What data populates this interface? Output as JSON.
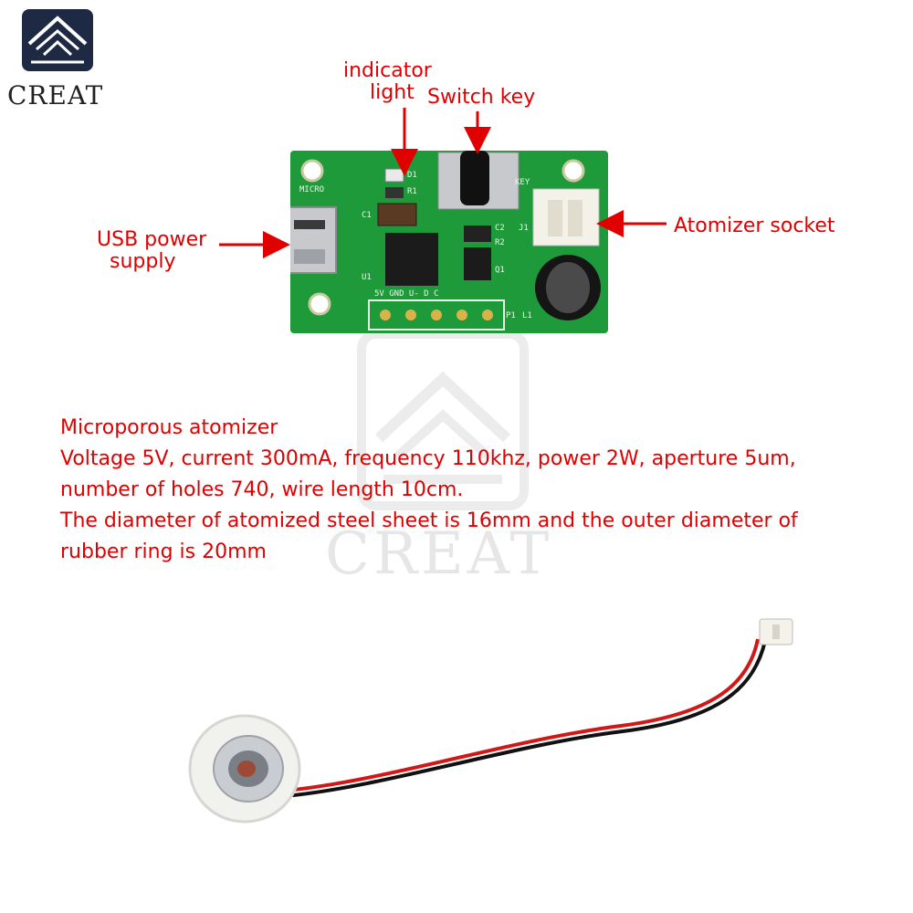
{
  "logo": {
    "text": "CREAT"
  },
  "watermark": {
    "text": "CREAT"
  },
  "callouts": {
    "indicator_line1": "indicator",
    "indicator_line2": "light",
    "switch_key": "Switch key",
    "usb_line1": "USB power",
    "usb_line2": "supply",
    "atomizer_socket": "Atomizer socket"
  },
  "pcb_silkscreen": {
    "micro": "MICRO",
    "key": "KEY",
    "pins": "5V GND U- D C",
    "d1": "D1",
    "r1": "R1",
    "c1": "C1",
    "c2": "C2",
    "r2": "R2",
    "j1": "J1",
    "q1": "Q1",
    "u1": "U1",
    "p1": "P1",
    "l1": "L1"
  },
  "description": {
    "line1": "Microporous atomizer",
    "line2": "Voltage 5V, current 300mA, frequency 110khz, power 2W, aperture 5um,",
    "line3": "number of holes 740, wire length 10cm.",
    "line4": "The diameter of atomized steel sheet is 16mm and the outer diameter of",
    "line5": "rubber ring is 20mm"
  },
  "colors": {
    "text_red": "#e00000",
    "pcb_green": "#1f9a3a",
    "logo_dark": "#1e2a44"
  }
}
